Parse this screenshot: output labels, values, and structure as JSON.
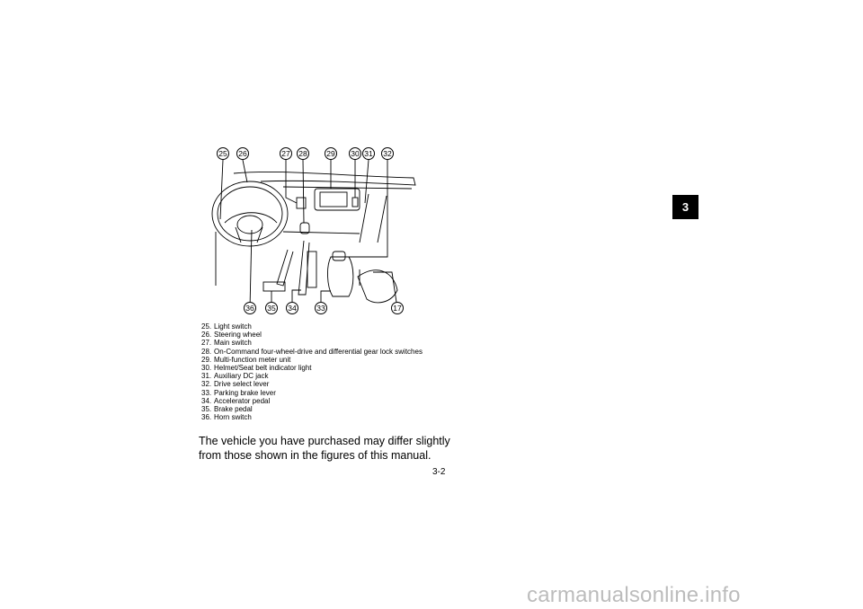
{
  "callouts": [
    "25",
    "26",
    "27",
    "28",
    "29",
    "30",
    "31",
    "32",
    "36",
    "35",
    "34",
    "33",
    "17"
  ],
  "legend": [
    {
      "num": "25.",
      "text": "Light switch"
    },
    {
      "num": "26.",
      "text": "Steering wheel"
    },
    {
      "num": "27.",
      "text": "Main switch"
    },
    {
      "num": "28.",
      "text": "On-Command four-wheel-drive and differential gear lock switches"
    },
    {
      "num": "29.",
      "text": "Multi-function meter unit"
    },
    {
      "num": "30.",
      "text": "Helmet/Seat belt indicator light"
    },
    {
      "num": "31.",
      "text": "Auxiliary DC jack"
    },
    {
      "num": "32.",
      "text": "Drive select lever"
    },
    {
      "num": "33.",
      "text": "Parking brake lever"
    },
    {
      "num": "34.",
      "text": "Accelerator pedal"
    },
    {
      "num": "35.",
      "text": "Brake pedal"
    },
    {
      "num": "36.",
      "text": "Horn switch"
    }
  ],
  "note": "The vehicle you have purchased may differ slightly from those shown in the figures of this manual.",
  "page_number": "3-2",
  "chapter_tab": "3",
  "watermark": "carmanualsonline.info"
}
